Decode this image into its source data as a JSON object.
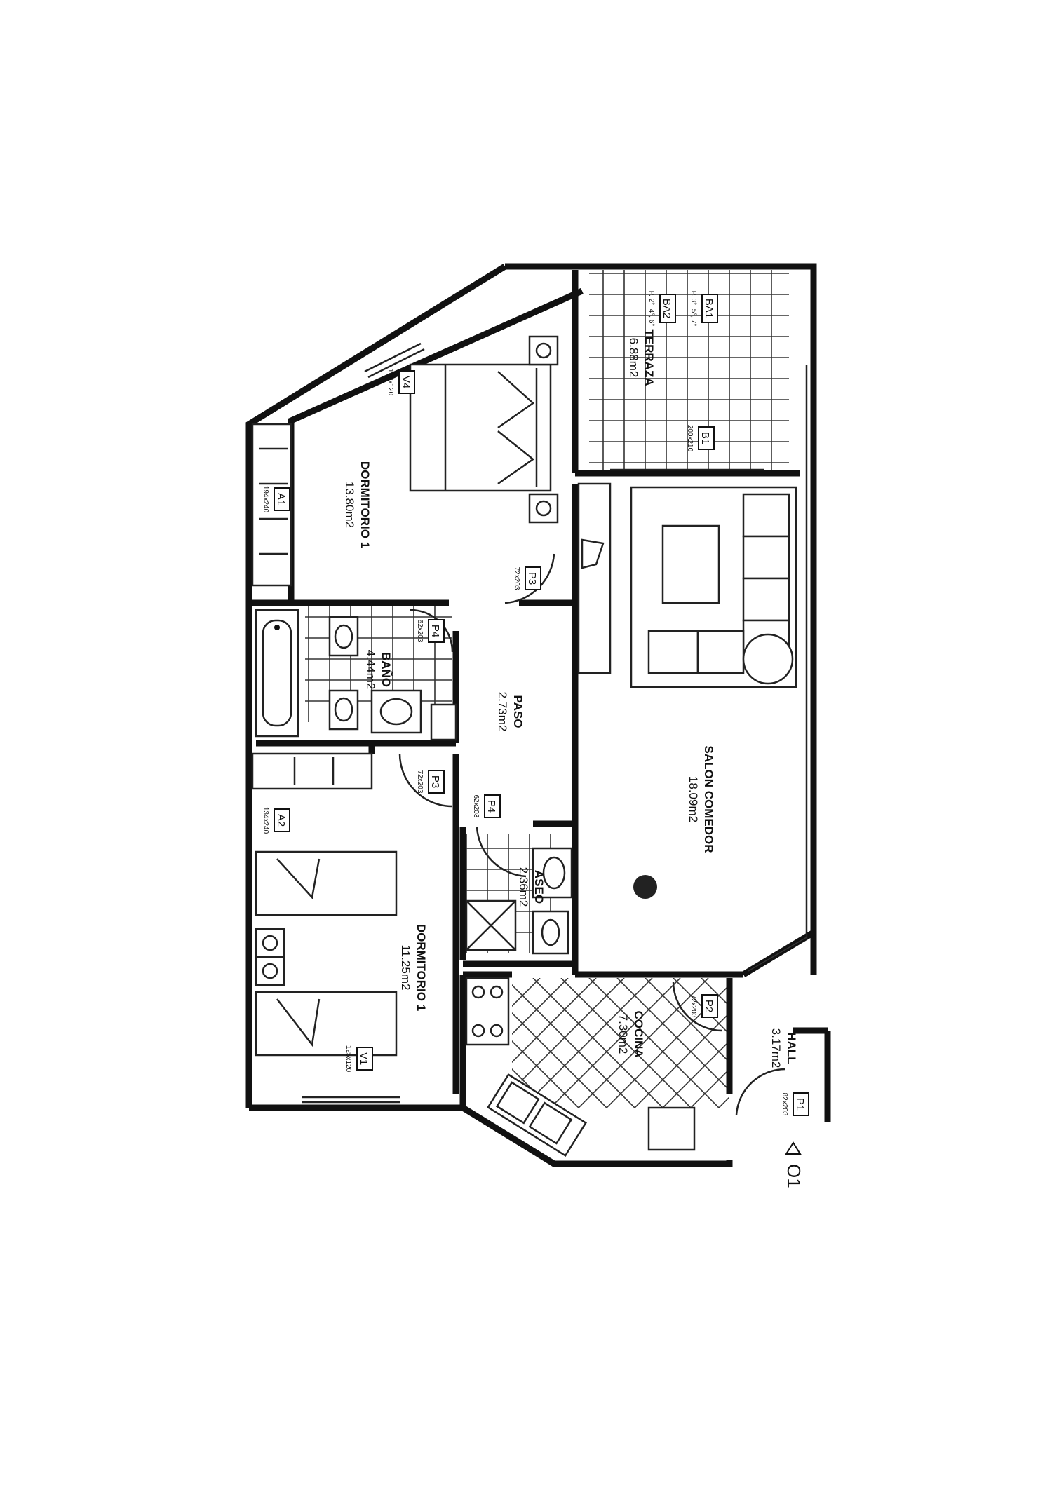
{
  "rooms": {
    "dormitorio_top": {
      "name": "DORMITORIO  1",
      "area": "13.80m2"
    },
    "dormitorio_bottom": {
      "name": "DORMITORIO  1",
      "area": "11.25m2"
    },
    "bano": {
      "name": "BAÑO",
      "area": "4.44m2"
    },
    "paso": {
      "name": "PASO",
      "area": "2.73m2"
    },
    "aseo": {
      "name": "ASEO",
      "area": "2.36m2"
    },
    "salon": {
      "name": "SALON  COMEDOR",
      "area": "18.09m2"
    },
    "terraza": {
      "name": "TERRAZA",
      "area": "6.88m2"
    },
    "cocina": {
      "name": "COCINA",
      "area": "7.30m2"
    },
    "hall": {
      "name": "HALL",
      "area": "3.17m2"
    }
  },
  "openings": {
    "A1": {
      "code": "A1",
      "size": "194x240"
    },
    "A2": {
      "code": "A2",
      "size": "134x240"
    },
    "V4": {
      "code": "V4",
      "size": "120x120"
    },
    "V1": {
      "code": "V1",
      "size": "125x120"
    },
    "B1": {
      "code": "B1",
      "size": "200x210"
    },
    "BA1": {
      "code": "BA1",
      "note": "P. 3°, 5°, 7°"
    },
    "BA2": {
      "code": "BA2",
      "note": "P. 2°, 4°, 6°"
    },
    "P1": {
      "code": "P1",
      "size": "82x203"
    },
    "P2": {
      "code": "P2",
      "size": "72x203"
    },
    "P3a": {
      "code": "P3",
      "size": "72x203"
    },
    "P3b": {
      "code": "P3",
      "size": "72x203"
    },
    "P4a": {
      "code": "P4",
      "size": "62x203"
    },
    "P4b": {
      "code": "P4",
      "size": "62x203"
    }
  },
  "plan_id": "O1"
}
